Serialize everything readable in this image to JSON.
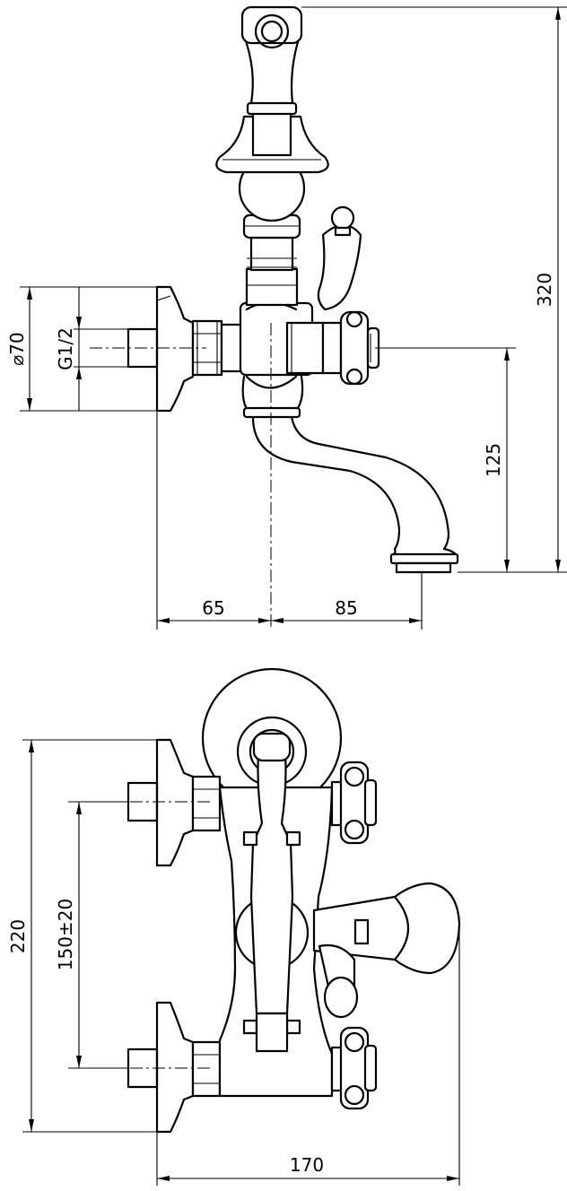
{
  "dimensions": {
    "side_view": {
      "height_total": "320",
      "spout_height": "125",
      "depth_to_center": "65",
      "center_to_spout": "85",
      "diameter": "⌀70",
      "thread": "G1/2"
    },
    "front_view": {
      "height_total": "220",
      "inlet_spacing": "150±20",
      "width_total": "170"
    }
  },
  "icons": {
    "side_view": "faucet-side-view-icon",
    "front_view": "faucet-front-view-icon"
  }
}
